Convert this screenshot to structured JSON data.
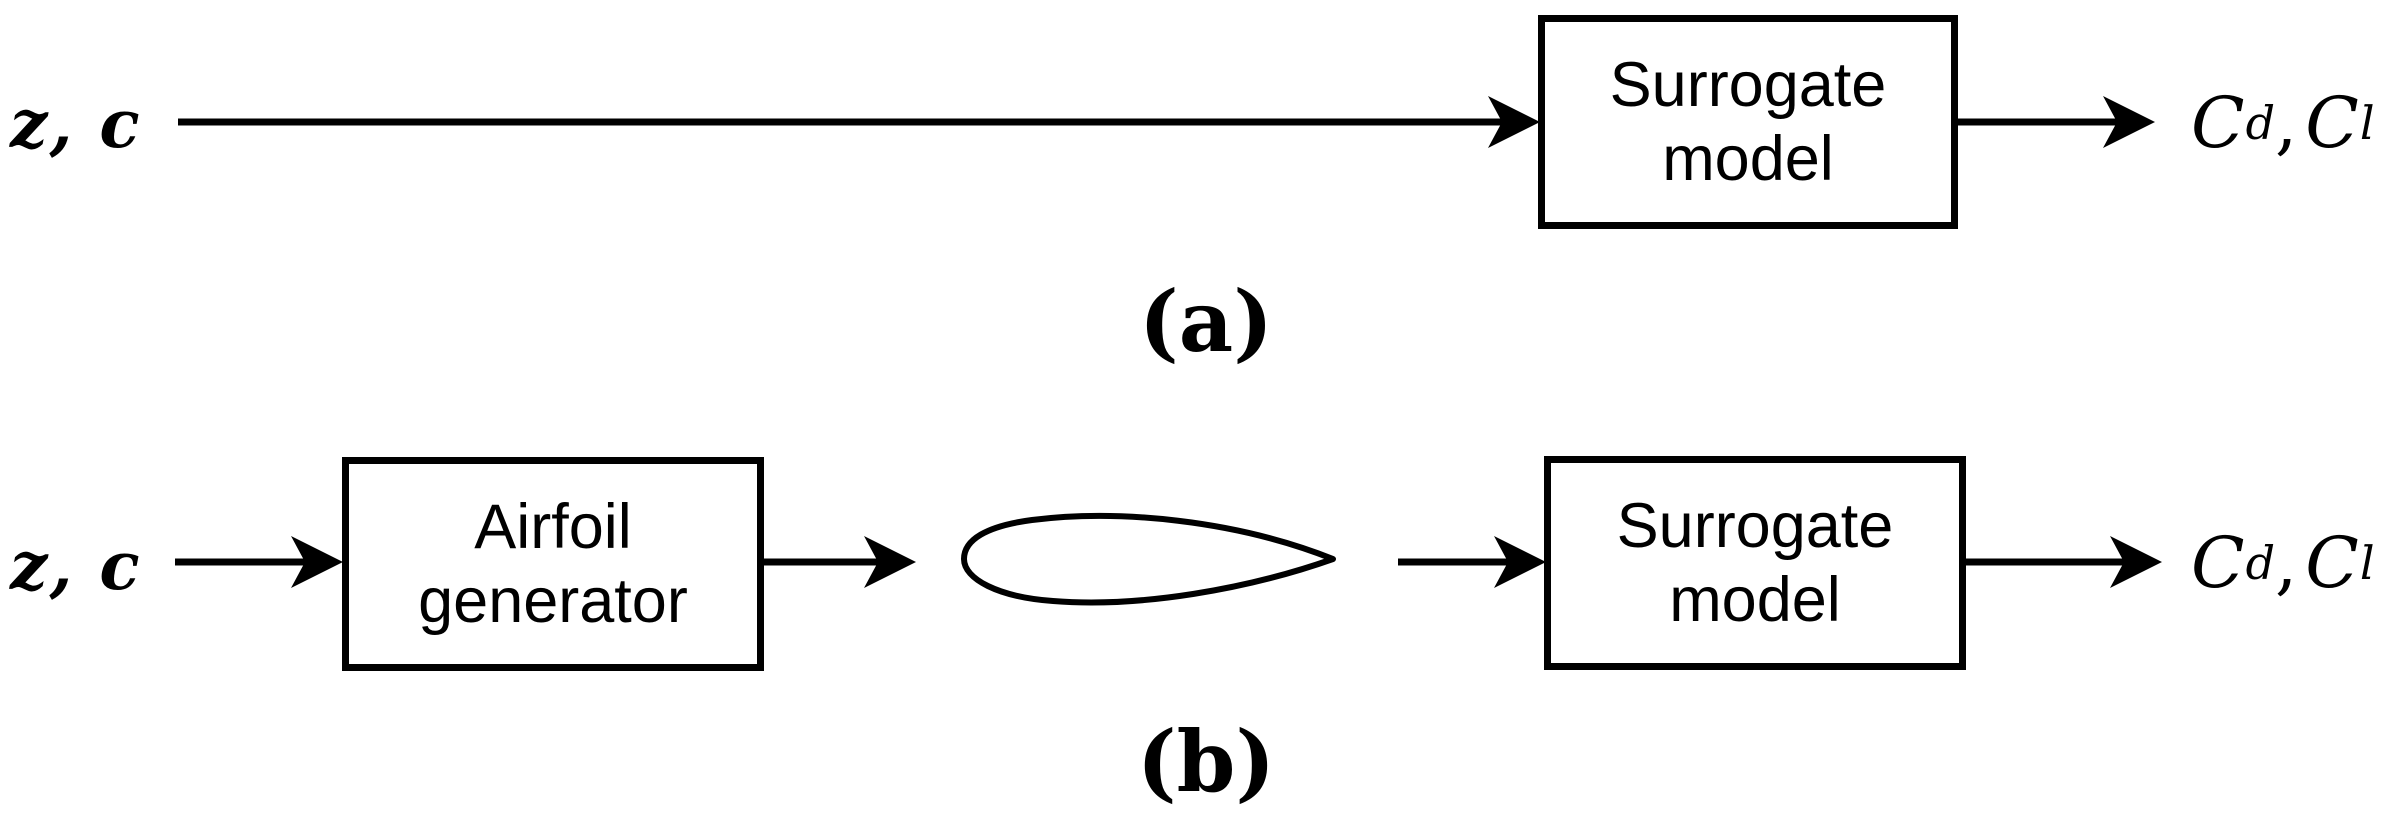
{
  "colors": {
    "ink": "#000000",
    "background": "#ffffff"
  },
  "diagram_a": {
    "input_label": "z, c",
    "surrogate_box_label": "Surrogate\nmodel",
    "output_label": {
      "c1": "C",
      "sub1": "d",
      "sep": ",",
      "c2": "C",
      "sub2": "l"
    },
    "caption": "(a)"
  },
  "diagram_b": {
    "input_label": "z, c",
    "generator_box_label": "Airfoil\ngenerator",
    "surrogate_box_label": "Surrogate\nmodel",
    "output_label": {
      "c1": "C",
      "sub1": "d",
      "sep": ",",
      "c2": "C",
      "sub2": "l"
    },
    "caption": "(b)"
  }
}
